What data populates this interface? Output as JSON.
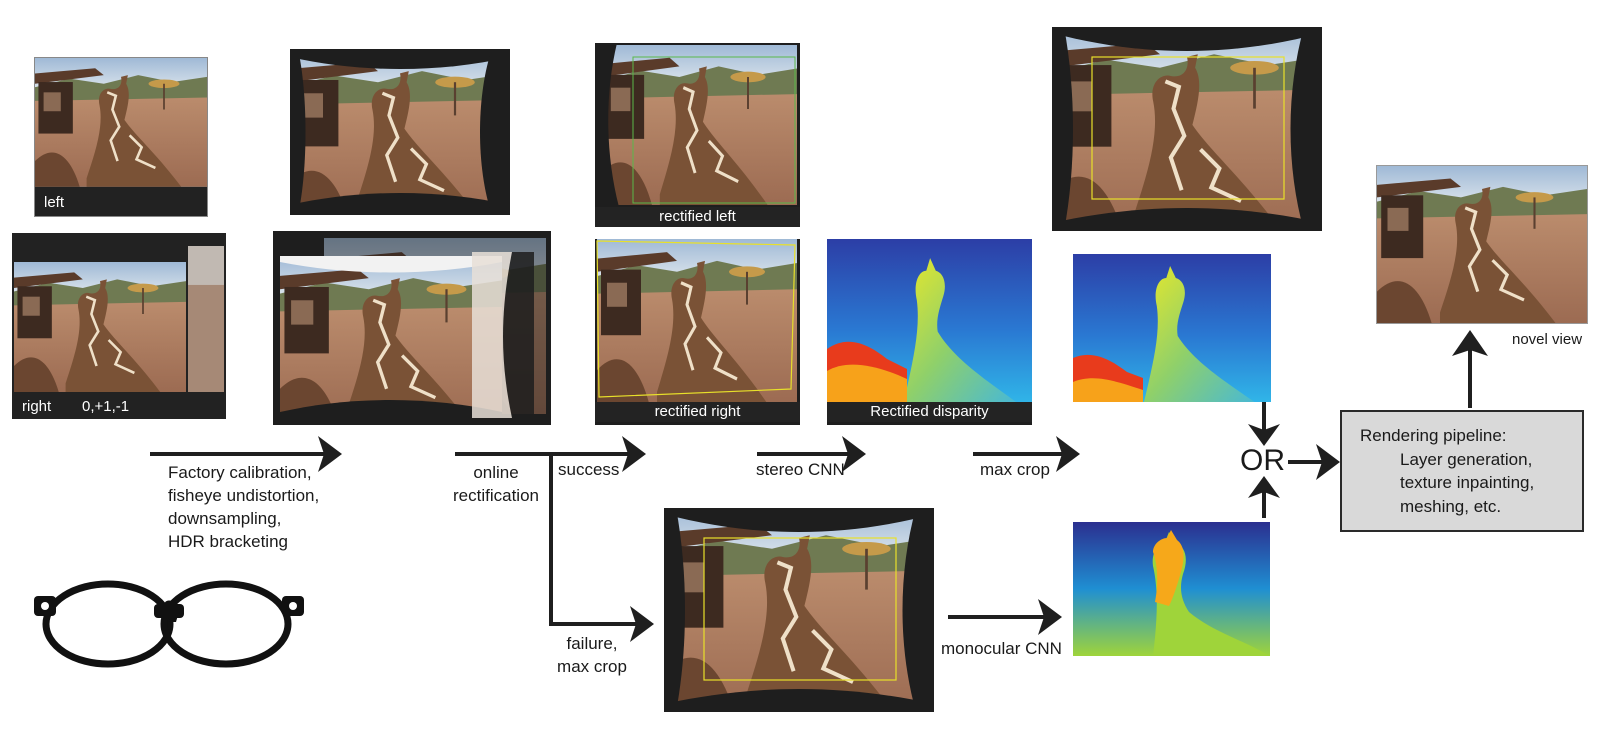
{
  "image_labels": {
    "left": "left",
    "right": "right",
    "bracket": "0,+1,-1",
    "rectified_left": "rectified left",
    "rectified_right": "rectified right",
    "rectified_disparity": "Rectified disparity",
    "novel_view": "novel view"
  },
  "steps": {
    "factory": [
      "Factory calibration,",
      "fisheye undistortion,",
      "downsampling,",
      "HDR bracketing"
    ],
    "online": [
      "online",
      "rectification"
    ],
    "success": "success",
    "failure": [
      "failure,",
      "max crop"
    ],
    "stereo_cnn": "stereo CNN",
    "max_crop": "max crop",
    "monocular_cnn": "monocular CNN",
    "or": "OR"
  },
  "rendering": {
    "title": "Rendering pipeline:",
    "items": [
      "Layer generation,",
      "texture inpainting,",
      "meshing, etc."
    ]
  },
  "colors": {
    "arrow": "#1f1f1f",
    "box_fill": "#d9d9d9",
    "crop_rect": "#e8e02a",
    "disparity_low": "#2d3fa8",
    "disparity_high": "#f2e21c"
  }
}
